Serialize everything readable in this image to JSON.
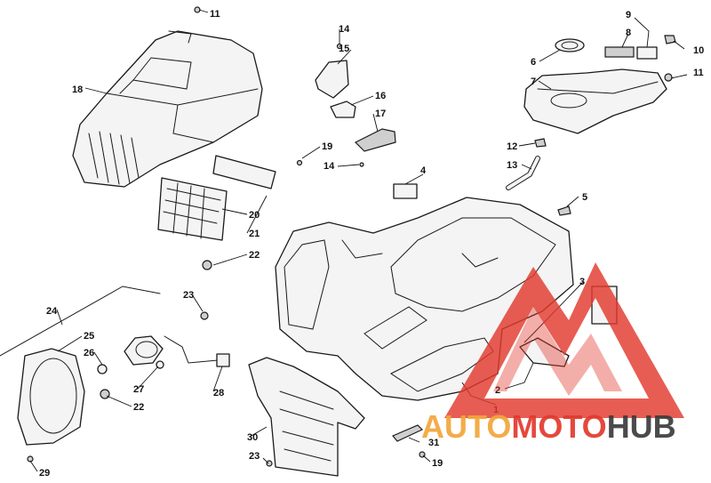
{
  "diagram": {
    "callouts": [
      "1",
      "2",
      "3",
      "4",
      "5",
      "6",
      "7",
      "8",
      "9",
      "10",
      "11",
      "11",
      "12",
      "13",
      "14",
      "14",
      "15",
      "16",
      "17",
      "18",
      "19",
      "19",
      "20",
      "21",
      "22",
      "22",
      "23",
      "23",
      "24",
      "25",
      "26",
      "27",
      "28",
      "29",
      "30",
      "31"
    ]
  },
  "watermark": {
    "prefix": "AUTO",
    "middle": "MOTO",
    "suffix": "HUB",
    "colors": {
      "triangle": "#e23a2e",
      "prefix": "#f2a63a",
      "middle": "#e23a2e",
      "suffix": "#3c3c3c"
    }
  }
}
